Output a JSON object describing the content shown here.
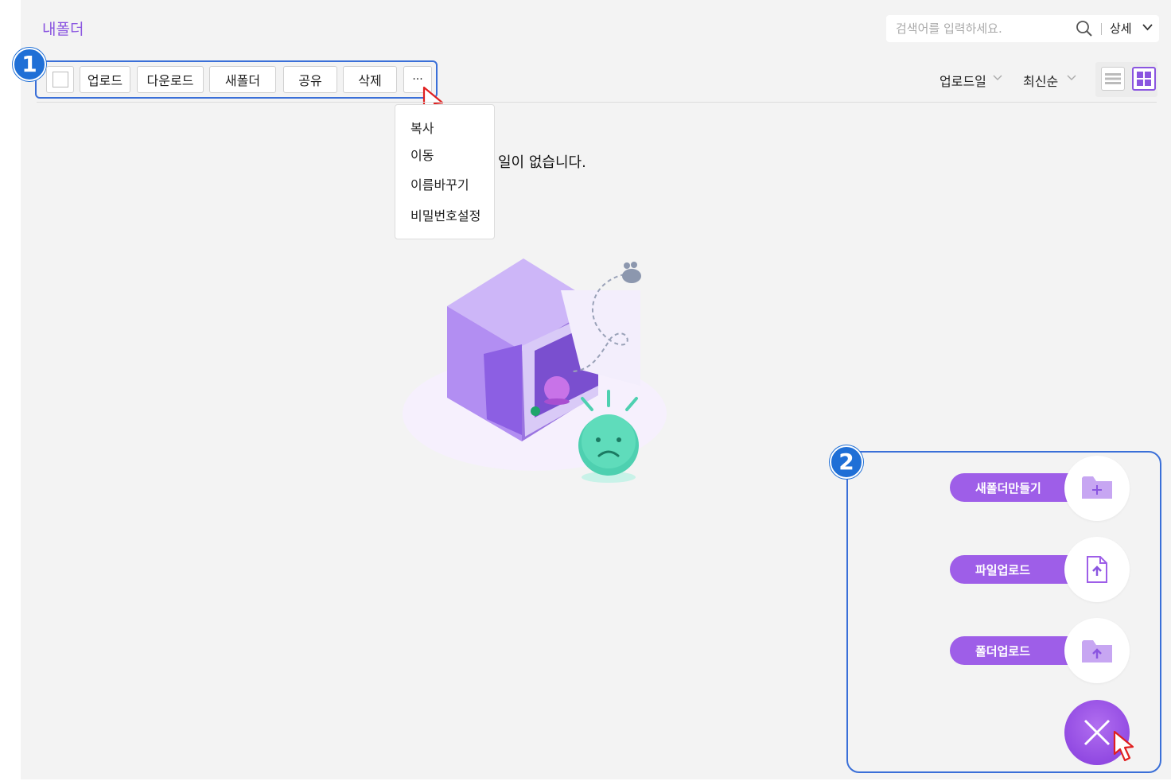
{
  "header": {
    "title": "내폴더",
    "search_placeholder": "검색어를 입력하세요.",
    "detail_label": "상세"
  },
  "toolbar": {
    "buttons": [
      "업로드",
      "다운로드",
      "새폴더",
      "공유",
      "삭제"
    ],
    "more_label": "···"
  },
  "badges": [
    "1",
    "2"
  ],
  "dropdown": {
    "items": [
      "복사",
      "이동",
      "이름바꾸기",
      "비밀번호설정"
    ]
  },
  "sort": {
    "field": "업로드일",
    "order": "최신순"
  },
  "empty": {
    "message": "일이 없습니다."
  },
  "fab": {
    "items": [
      "새폴더만들기",
      "파일업로드",
      "폴더업로드"
    ]
  },
  "colors": {
    "accent": "#8a55e0",
    "fab_purple": "#9e5ee8",
    "annotation_blue": "#3a6fd8",
    "badge_blue": "#1f6fd6"
  }
}
